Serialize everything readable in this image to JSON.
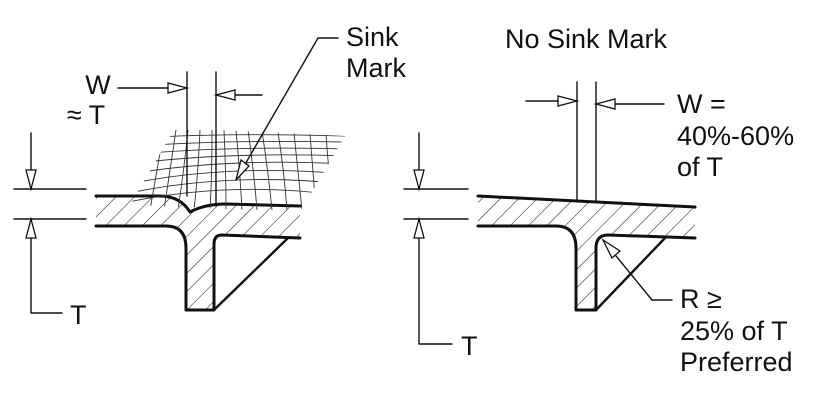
{
  "left_panel": {
    "caption_line1": "Sink",
    "caption_line2": "Mark",
    "width_line1": "W",
    "width_line2": "≈ T",
    "thickness": "T"
  },
  "right_panel": {
    "caption": "No Sink Mark",
    "width_line1": "W =",
    "width_line2": "40%-60%",
    "width_line3": "of T",
    "radius_line1": "R ≥",
    "radius_line2": "25% of T",
    "radius_line3": "Preferred",
    "thickness": "T"
  }
}
